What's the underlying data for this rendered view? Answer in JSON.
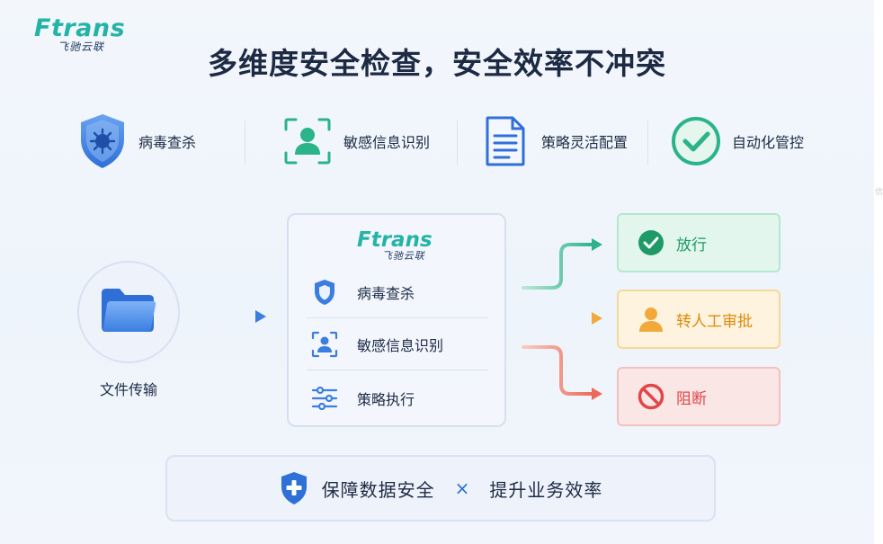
{
  "logo": {
    "brand": "Ftrans",
    "sub": "飞驰云联"
  },
  "title": "多维度安全检查，安全效率不冲突",
  "features": [
    {
      "label": "病毒查杀",
      "icon": "virus-shield-icon"
    },
    {
      "label": "敏感信息识别",
      "icon": "person-scan-icon"
    },
    {
      "label": "策略灵活配置",
      "icon": "document-icon"
    },
    {
      "label": "自动化管控",
      "icon": "check-circle-icon"
    }
  ],
  "source": {
    "label": "文件传输",
    "icon": "folder-icon"
  },
  "engine": {
    "brand": "Ftrans",
    "sub": "飞驰云联",
    "rows": [
      {
        "label": "病毒查杀",
        "icon": "shield-icon"
      },
      {
        "label": "敏感信息识别",
        "icon": "person-scan-icon"
      },
      {
        "label": "策略执行",
        "icon": "sliders-icon"
      }
    ]
  },
  "outcomes": [
    {
      "label": "放行",
      "icon": "check-circle-icon",
      "color": "#1e9a66"
    },
    {
      "label": "转人工审批",
      "icon": "person-icon",
      "color": "#e08a0c"
    },
    {
      "label": "阻断",
      "icon": "block-icon",
      "color": "#e04848"
    }
  ],
  "footer": {
    "left": "保障数据安全",
    "joiner": "×",
    "right": "提升业务效率"
  },
  "side_glyph": "信"
}
